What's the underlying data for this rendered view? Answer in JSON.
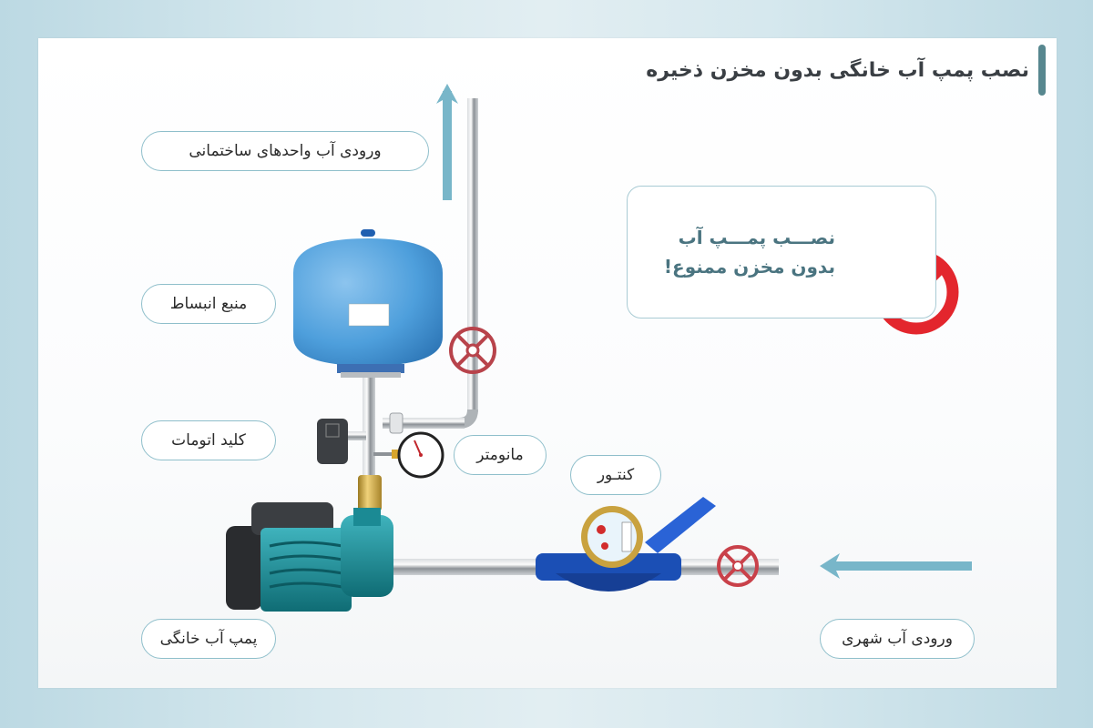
{
  "title": "نصب پمپ آب خانگی بدون مخزن ذخیره",
  "warning": {
    "line1": "نصـــب پمـــپ آب",
    "line2": "بدون مخزن ممنوع!",
    "icon": "prohibited-icon",
    "icon_color": "#e3262d"
  },
  "labels": {
    "building_inlet": "ورودی آب واحدهای ساختمانی",
    "expansion_tank": "منبع انبساط",
    "pressure_switch": "کلید اتومات",
    "manometer": "مانومتر",
    "meter": "کنتـور",
    "pump": "پمپ آب خانگی",
    "city_inlet": "ورودی آب شهری"
  },
  "colors": {
    "arrow": "#78b6c9",
    "pill_border": "#8fbfcb",
    "title_bar": "#57878f",
    "tank": "#4e9fdc",
    "pump": "#1b8a94",
    "valve": "#c9414a",
    "meter_body": "#1b4fb5",
    "brass": "#c9a23f"
  }
}
